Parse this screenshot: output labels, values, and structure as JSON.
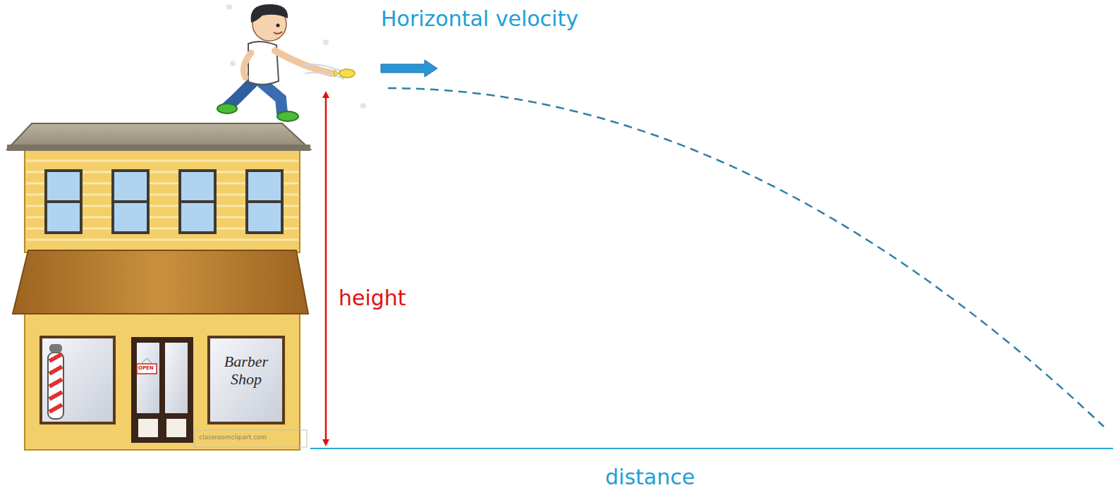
{
  "diagram": {
    "labels": [
      "Horizontal velocity",
      "height",
      "distance",
      "Barber Shop",
      "OPEN",
      "classroomclipart.com"
    ]
  }
}
